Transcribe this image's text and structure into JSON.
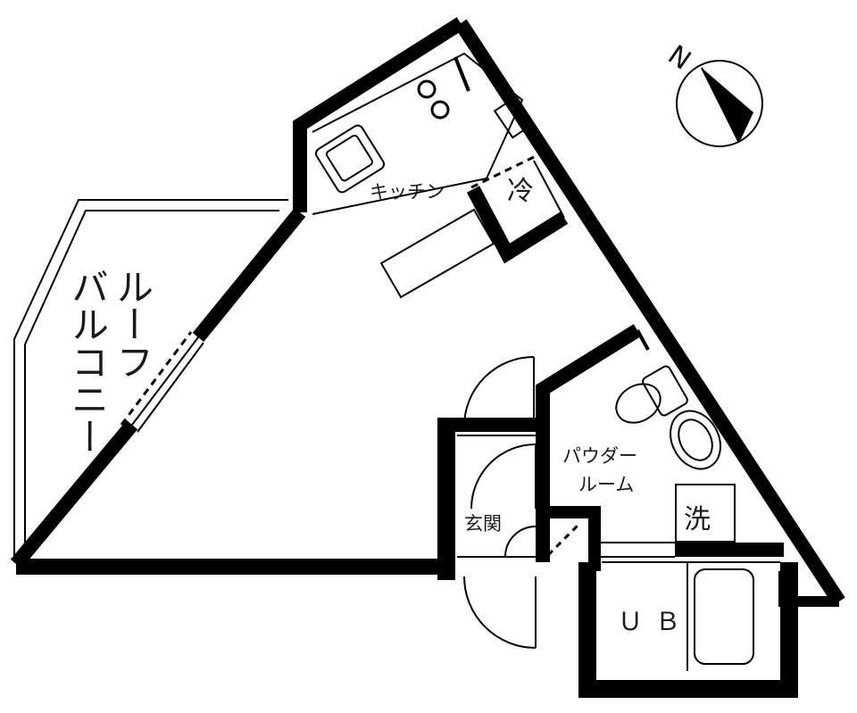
{
  "labels": {
    "kitchen": "キッチン",
    "fridge": "冷",
    "balcony_col1": "バルコニー",
    "balcony_col2": "ルーフ",
    "powder_line1": "パウダー",
    "powder_line2": "ルーム",
    "washer": "洗",
    "entrance": "玄関",
    "bath": "ＵＢ"
  },
  "compass": {
    "north": "N"
  }
}
